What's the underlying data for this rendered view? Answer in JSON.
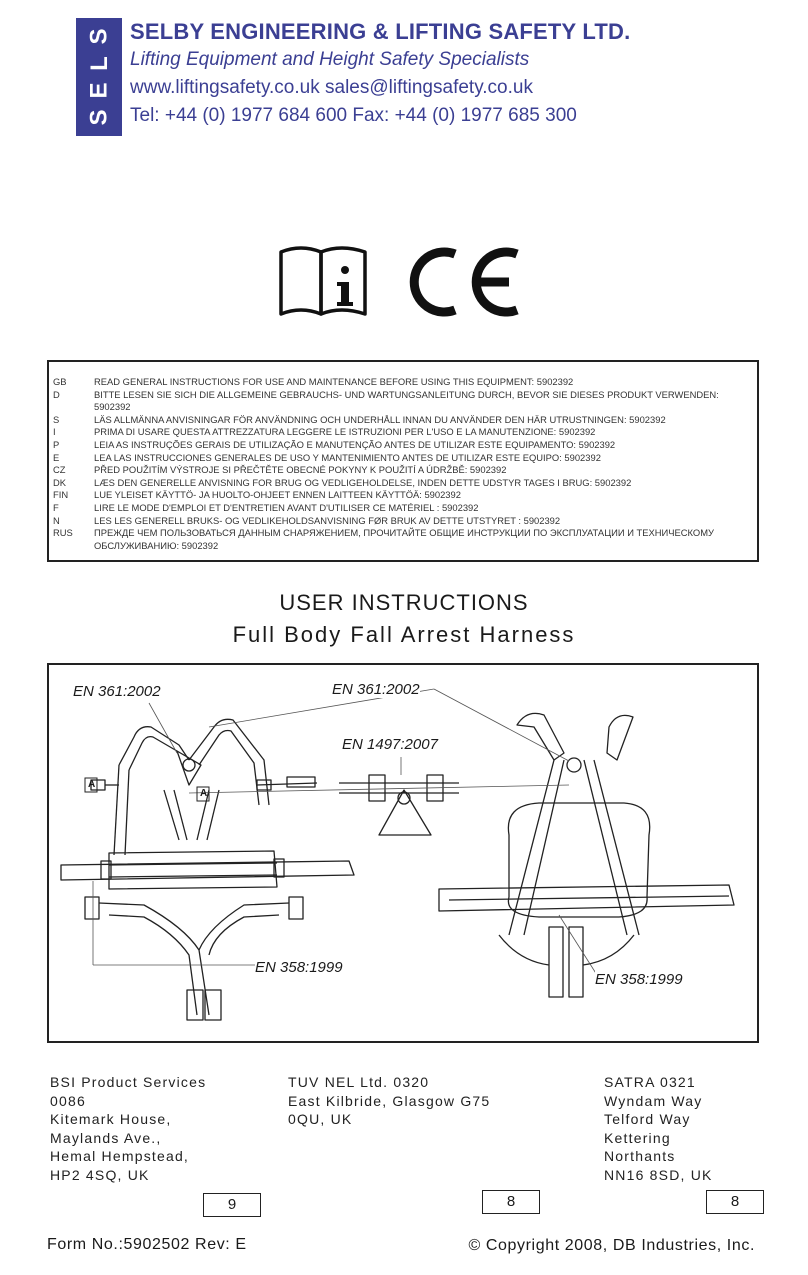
{
  "header": {
    "logo_letters": [
      "S",
      "L",
      "E",
      "S"
    ],
    "company": "SELBY ENGINEERING & LIFTING SAFETY LTD.",
    "tagline": "Lifting Equipment and Height Safety Specialists",
    "web_email": "www.liftingsafety.co.uk  sales@liftingsafety.co.uk",
    "phone_fax": "Tel: +44 (0) 1977 684 600    Fax: +44 (0) 1977 685 300",
    "brand_color": "#3b3f93"
  },
  "symbols": {
    "info_icon": "read-instructions-icon",
    "ce_mark": "ce-mark-icon"
  },
  "languages": [
    {
      "code": "GB",
      "text": "READ GENERAL INSTRUCTIONS FOR USE AND MAINTENANCE BEFORE USING THIS EQUIPMENT: 5902392"
    },
    {
      "code": "D",
      "text": "BITTE LESEN SIE SICH DIE ALLGEMEINE GEBRAUCHS- UND WARTUNGSANLEITUNG DURCH, BEVOR SIE DIESES PRODUKT VERWENDEN: 5902392"
    },
    {
      "code": "S",
      "text": "LÄS ALLMÄNNA ANVISNINGAR FÖR ANVÄNDNING OCH UNDERHÅLL INNAN DU ANVÄNDER DEN HÄR UTRUSTNINGEN: 5902392"
    },
    {
      "code": "I",
      "text": "PRIMA DI USARE QUESTA ATTREZZATURA LEGGERE LE ISTRUZIONI PER L'USO E LA MANUTENZIONE: 5902392"
    },
    {
      "code": "P",
      "text": "LEIA AS INSTRUÇÕES GERAIS DE UTILIZAÇÃO E MANUTENÇÃO ANTES DE UTILIZAR ESTE EQUIPAMENTO: 5902392"
    },
    {
      "code": "E",
      "text": "LEA LAS INSTRUCCIONES GENERALES DE USO Y MANTENIMIENTO ANTES DE UTILIZAR ESTE EQUIPO: 5902392"
    },
    {
      "code": "CZ",
      "text": "PŘED POUŽITÍM VÝSTROJE SI PŘEČTĚTE OBECNÉ POKYNY K POUŽITÍ A ÚDRŽBĚ: 5902392"
    },
    {
      "code": "DK",
      "text": "LÆS DEN GENERELLE ANVISNING FOR BRUG OG VEDLIGEHOLDELSE, INDEN DETTE UDSTYR TAGES I BRUG: 5902392"
    },
    {
      "code": "FIN",
      "text": "LUE YLEISET KÄYTTÖ- JA HUOLTO-OHJEET ENNEN LAITTEEN KÄYTTÖÄ: 5902392"
    },
    {
      "code": "F",
      "text": "LIRE LE MODE D'EMPLOI ET D'ENTRETIEN AVANT D'UTILISER CE MATÉRIEL : 5902392"
    },
    {
      "code": "N",
      "text": "LES LES GENERELL BRUKS- OG VEDLIKEHOLDSANVISNING FØR BRUK AV DETTE UTSTYRET : 5902392"
    },
    {
      "code": "RUS",
      "text": "ПРЕЖДЕ ЧЕМ ПОЛЬЗОВАТЬСЯ ДАННЫМ СНАРЯЖЕНИЕМ, ПРОЧИТАЙТЕ ОБЩИЕ ИНСТРУКЦИИ ПО ЭКСПЛУАТАЦИИ И ТЕХНИЧЕСКОМУ ОБСЛУЖИВАНИЮ: 5902392"
    }
  ],
  "titles": {
    "main": "USER INSTRUCTIONS",
    "sub": "Full Body Fall Arrest Harness"
  },
  "diagram": {
    "label_en361_left": "EN 361:2002",
    "label_en361_top": "EN 361:2002",
    "label_en1497": "EN 1497:2007",
    "label_en358_left": "EN 358:1999",
    "label_en358_right": "EN 358:1999",
    "tag_a": "A"
  },
  "addresses": [
    {
      "lines": [
        "BSI Product Services",
        "0086",
        "Kitemark House,",
        "Maylands Ave.,",
        "Hemal Hempstead,",
        "HP2 4SQ, UK"
      ],
      "box": "9"
    },
    {
      "lines": [
        "TUV NEL Ltd.  0320",
        "East Kilbride, Glasgow G75",
        "0QU, UK"
      ],
      "box": "8"
    },
    {
      "lines": [
        "SATRA  0321",
        "Wyndam Way",
        "Telford Way",
        "Kettering",
        "Northants",
        "NN16 8SD, UK"
      ],
      "box": "8"
    }
  ],
  "footer": {
    "form_no": "Form No.:5902502 Rev: E",
    "copyright": "© Copyright 2008, DB Industries, Inc."
  }
}
